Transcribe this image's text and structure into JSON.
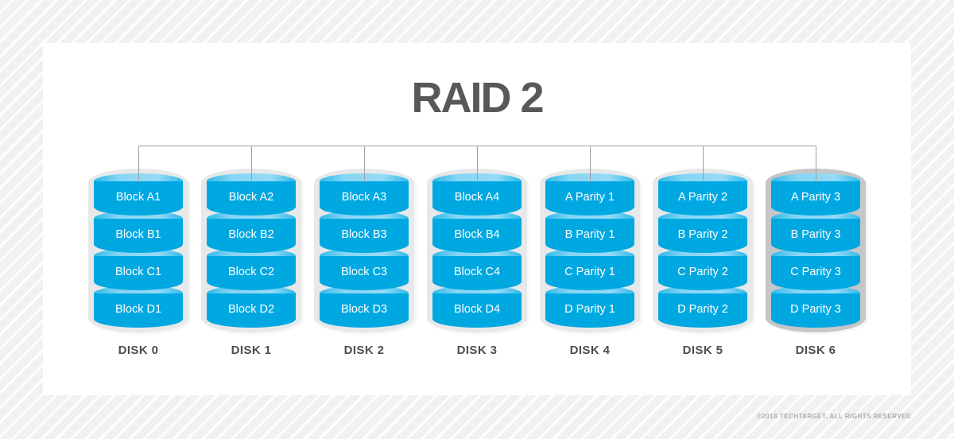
{
  "title": "RAID 2",
  "disks": [
    {
      "label": "DISK 0",
      "blocks": [
        "Block A1",
        "Block B1",
        "Block C1",
        "Block D1"
      ],
      "emphasis": false
    },
    {
      "label": "DISK 1",
      "blocks": [
        "Block A2",
        "Block B2",
        "Block C2",
        "Block D2"
      ],
      "emphasis": false
    },
    {
      "label": "DISK 2",
      "blocks": [
        "Block A3",
        "Block B3",
        "Block C3",
        "Block D3"
      ],
      "emphasis": false
    },
    {
      "label": "DISK 3",
      "blocks": [
        "Block A4",
        "Block B4",
        "Block C4",
        "Block D4"
      ],
      "emphasis": false
    },
    {
      "label": "DISK 4",
      "blocks": [
        "A Parity 1",
        "B Parity 1",
        "C Parity 1",
        "D Parity 1"
      ],
      "emphasis": false
    },
    {
      "label": "DISK 5",
      "blocks": [
        "A Parity 2",
        "B Parity 2",
        "C Parity 2",
        "D Parity 2"
      ],
      "emphasis": false
    },
    {
      "label": "DISK 6",
      "blocks": [
        "A Parity 3",
        "B Parity 3",
        "C Parity 3",
        "D Parity 3"
      ],
      "emphasis": true
    }
  ],
  "footer": {
    "copyright": "©2018 TECHTARGET. ALL RIGHTS RESERVED"
  },
  "colors": {
    "cylinder_body": "#00a8e1",
    "cylinder_cap": "#79d2f4",
    "capsule": "#e7e8e9",
    "capsule_emphasis": "#c5c6c8",
    "title": "#57585a",
    "disk_label": "#4d4e50",
    "connector": "#9e9fa1",
    "copyright": "#a9abae"
  }
}
